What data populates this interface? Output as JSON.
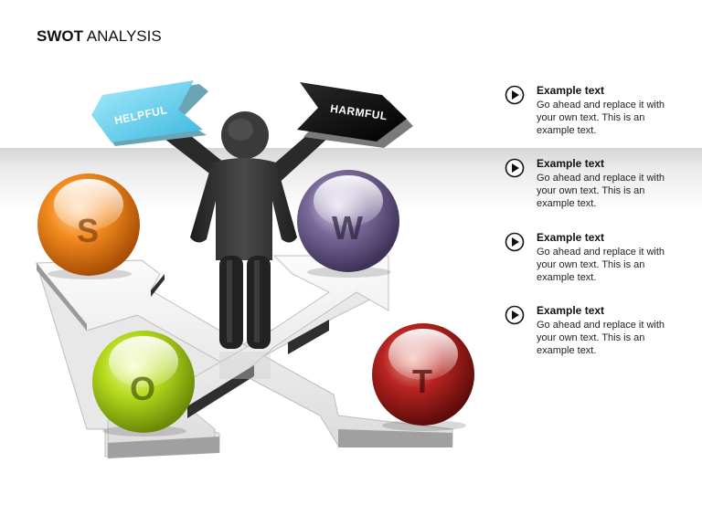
{
  "title": {
    "bold": "SWOT",
    "rest": "ANALYSIS"
  },
  "signs": {
    "helpful": "HELPFUL",
    "harmful": "HARMFUL"
  },
  "balls": [
    {
      "letter": "S",
      "color": "#f28a1e"
    },
    {
      "letter": "W",
      "color": "#7a6a9a"
    },
    {
      "letter": "O",
      "color": "#b7db1e"
    },
    {
      "letter": "T",
      "color": "#b82421"
    }
  ],
  "items": [
    {
      "heading": "Example text",
      "body": "Go ahead and replace it with your own text. This is an example text."
    },
    {
      "heading": "Example text",
      "body": "Go ahead and replace it with your own text. This is an example text."
    },
    {
      "heading": "Example text",
      "body": "Go ahead and replace it with your own text. This is an example text."
    },
    {
      "heading": "Example text",
      "body": "Go ahead and replace it with your own text. This is an example text."
    }
  ]
}
